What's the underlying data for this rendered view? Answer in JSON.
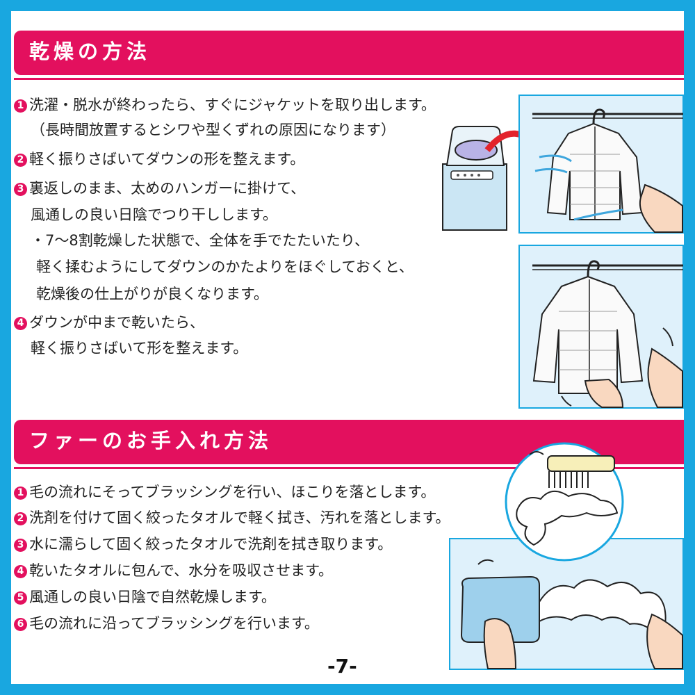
{
  "section1": {
    "title": "乾燥の方法",
    "steps": [
      {
        "num": "1",
        "lines": [
          "洗濯・脱水が終わったら、すぐにジャケットを取り出します。",
          "（長時間放置するとシワや型くずれの原因になります）"
        ]
      },
      {
        "num": "2",
        "lines": [
          "軽く振りさばいてダウンの形を整えます。"
        ]
      },
      {
        "num": "3",
        "lines": [
          "裏返しのまま、太めのハンガーに掛けて、",
          "風通しの良い日陰でつり干しします。",
          "・7〜8割乾燥した状態で、全体を手でたたいたり、",
          "軽く揉むようにしてダウンのかたよりをほぐしておくと、",
          "乾燥後の仕上がりが良くなります。"
        ]
      },
      {
        "num": "4",
        "lines": [
          "ダウンが中まで乾いたら、",
          "軽く振りさばいて形を整えます。"
        ]
      }
    ]
  },
  "section2": {
    "title": "ファーのお手入れ方法",
    "steps": [
      {
        "num": "1",
        "text": "毛の流れにそってブラッシングを行い、ほこりを落とします。"
      },
      {
        "num": "2",
        "text": "洗剤を付けて固く絞ったタオルで軽く拭き、汚れを落とします。"
      },
      {
        "num": "3",
        "text": "水に濡らして固く絞ったタオルで洗剤を拭き取ります。"
      },
      {
        "num": "4",
        "text": "乾いたタオルに包んで、水分を吸収させます。"
      },
      {
        "num": "5",
        "text": "風通しの良い日陰で自然乾燥します。"
      },
      {
        "num": "6",
        "text": "毛の流れに沿ってブラッシングを行います。"
      }
    ]
  },
  "page_number": "-7-",
  "colors": {
    "accent": "#e3105e",
    "border": "#19a7e0",
    "panel": "#dff1fb"
  },
  "illustrations": [
    "washing-machine-illustration",
    "jacket-hanging-illustration",
    "jacket-patting-illustration",
    "fur-brushing-illustration",
    "fur-towel-illustration"
  ]
}
